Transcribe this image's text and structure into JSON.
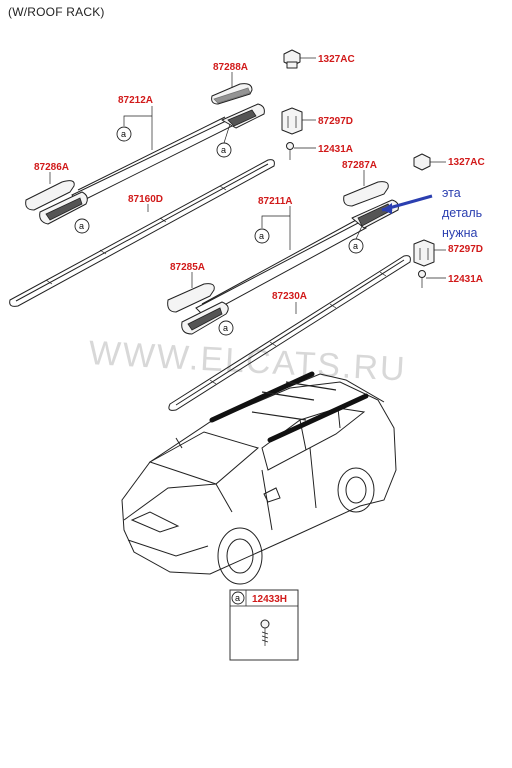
{
  "header": {
    "title": "(W/ROOF RACK)"
  },
  "parts": {
    "p87288A": "87288A",
    "p1327AC_top": "1327AC",
    "p87212A": "87212A",
    "p87297D_top": "87297D",
    "p12431A_top": "12431A",
    "p87286A": "87286A",
    "p87160D": "87160D",
    "p87287A": "87287A",
    "p1327AC_right": "1327AC",
    "p87211A": "87211A",
    "p87297D_right": "87297D",
    "p87285A": "87285A",
    "p12431A_right": "12431A",
    "p87230A": "87230A"
  },
  "callout": "a",
  "note": {
    "line1": "эта",
    "line2": "деталь",
    "line3": "нужна"
  },
  "watermark": "WWW.ELCATS.RU",
  "legend_box": {
    "callout": "a",
    "part": "12433H"
  },
  "colors": {
    "part_number": "#d11a1a",
    "note": "#2b3fb0",
    "arrow": "#2b3fb0"
  }
}
